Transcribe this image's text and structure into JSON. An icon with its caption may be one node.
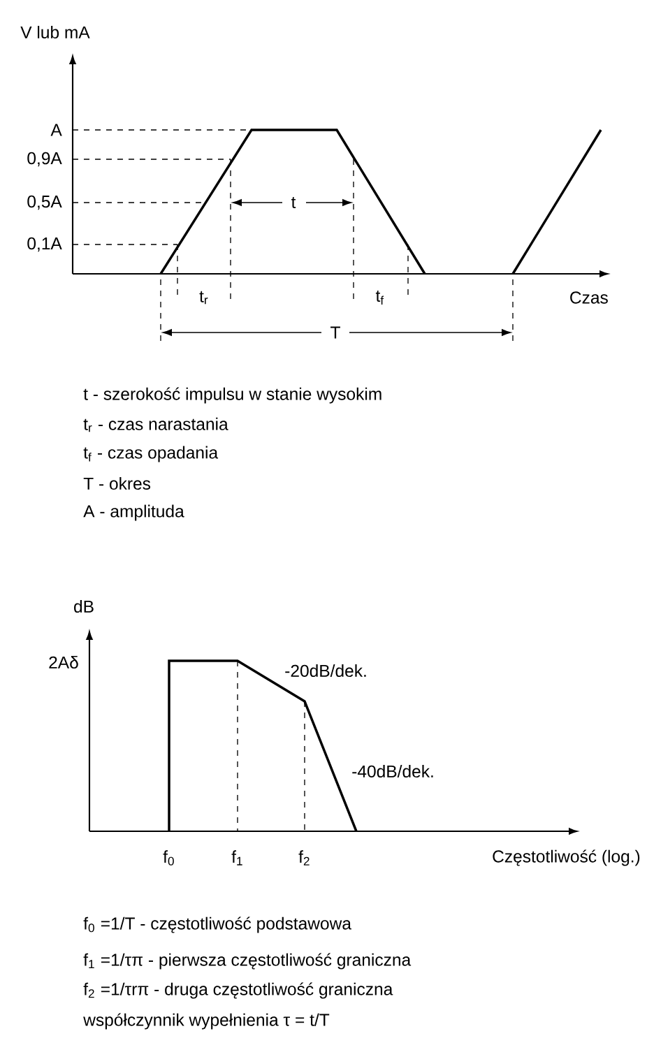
{
  "diagram": {
    "labels": [
      "V lub mA",
      "A",
      "0,9A",
      "0,5A",
      "0,1A",
      "t",
      "t$_{r}$",
      "t$_{f}$",
      "Czas",
      "T",
      "t - szerokość impulsu w stanie wysokim",
      "t$_{r}$ - czas narastania",
      "t$_{f}$ - czas opadania",
      "T - okres",
      "A - amplituda",
      "dB",
      "2Aδ",
      "-20dB/dek.",
      "-40dB/dek.",
      "f$_{0}$",
      "f$_{1}$",
      "f$_{2}$",
      "Częstotliwość (log.)",
      "f$_{0}$ =1/T - częstotliwość podstawowa",
      "f$_{1}$ =1/τπ - pierwsza częstotliwość graniczna",
      "f$_{2}$ =1/τrπ - druga częstotliwość graniczna",
      "współczynnik wypełnienia τ = t/T"
    ]
  }
}
